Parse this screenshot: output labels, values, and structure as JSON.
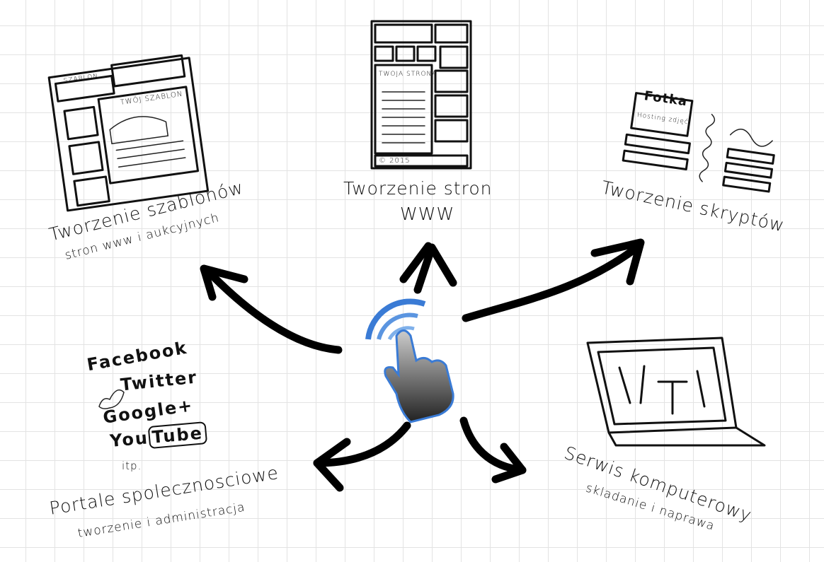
{
  "nodes": {
    "templates": {
      "title": "Tworzenie szablonów",
      "subtitle": "stron www i aukcyjnych",
      "sketch_texts": [
        "SZABLON",
        "TWÓJ SZABLON"
      ]
    },
    "websites": {
      "title": "Tworzenie stron",
      "subtitle": "WWW",
      "sketch_texts": [
        "TWOJA STRONA",
        "© 2015"
      ]
    },
    "scripts": {
      "title": "Tworzenie skryptów",
      "sketch_texts": [
        "Fotka",
        "Hosting zdjęć"
      ]
    },
    "social": {
      "title": "Portale spolecznosciowe",
      "subtitle": "tworzenie i administracja",
      "portals": [
        "Facebook",
        "Twitter",
        "Google+",
        "You",
        "Tube"
      ],
      "etc": "itp."
    },
    "service": {
      "title": "Serwis komputerowy",
      "subtitle": "skladanie i naprawa"
    }
  },
  "center_icon": "touch-hand-icon",
  "colors": {
    "accent": "#3a7bd5",
    "ink": "#111111",
    "grid": "#e3e3e3"
  }
}
